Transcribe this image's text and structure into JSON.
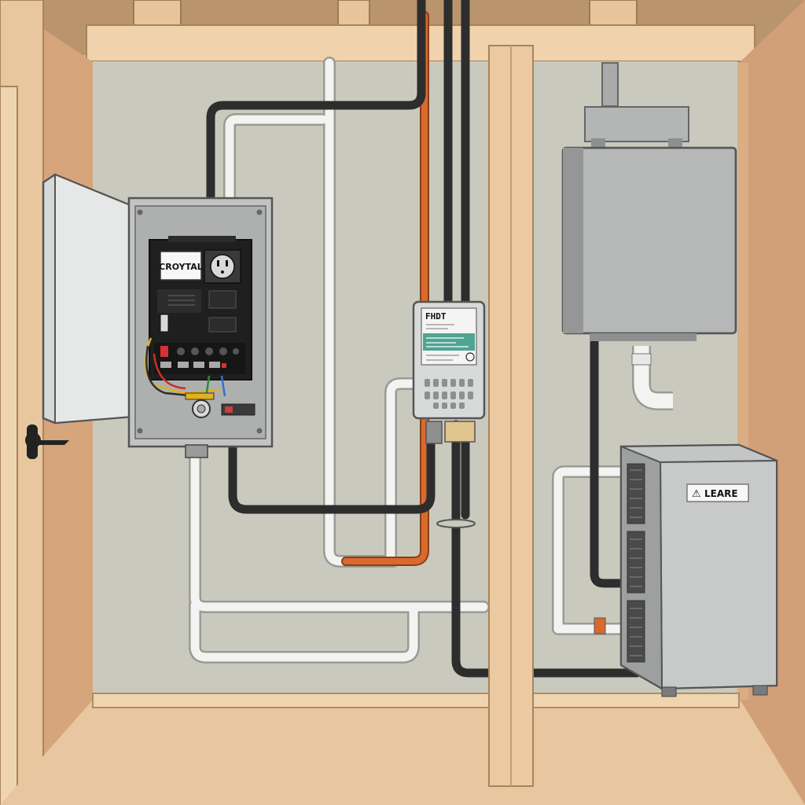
{
  "panel": {
    "label": "CROYTAL"
  },
  "controller": {
    "label": "FHDT"
  },
  "condenser": {
    "label": "LEARE",
    "warning_glyph": "⚠"
  },
  "colors": {
    "wall": "#c9cabd",
    "wood_light": "#ecc9a0",
    "wood_mid": "#dcae82",
    "wood_dark": "#c7966c",
    "metal": "#a9abab",
    "metal_dark": "#6e7070",
    "pipe_black": "#2d2d2d",
    "pipe_white": "#f3f3f1",
    "pipe_orange": "#d86a2e",
    "accent_teal": "#4fa493"
  },
  "icons": [
    "door-handle-icon",
    "warning-triangle-icon",
    "outlet-icon",
    "breaker-switch-icon"
  ]
}
